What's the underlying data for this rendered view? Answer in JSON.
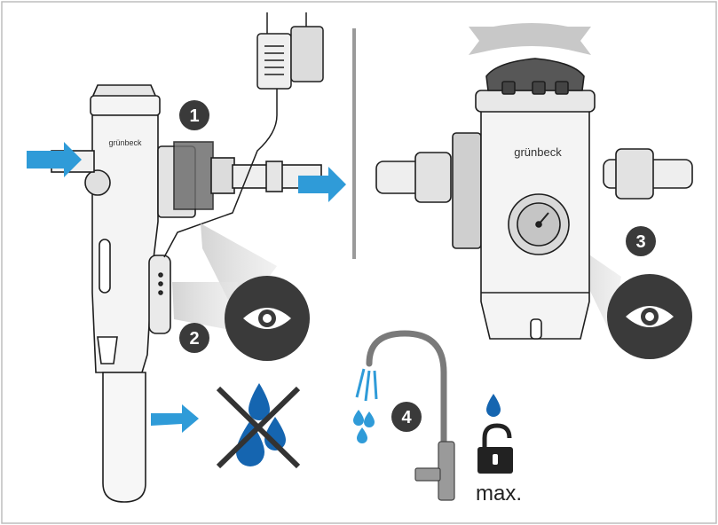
{
  "brand": {
    "name": "grünbeck"
  },
  "steps": [
    {
      "number": "1"
    },
    {
      "number": "2"
    },
    {
      "number": "3"
    },
    {
      "number": "4"
    }
  ],
  "faucet": {
    "max_label": "max."
  },
  "icons": {
    "eye": "eye-icon",
    "no_water": "no-water-icon",
    "unlock": "unlock-icon",
    "drop": "water-drop-icon",
    "flow_arrow": "flow-arrow-icon",
    "rotate": "rotate-arrow-icon"
  },
  "colors": {
    "flow_blue": "#2f9bd8",
    "drop_blue": "#1565b0",
    "badge_dark": "#3a3a3a",
    "outline": "#1e1e1e",
    "housing_grey": "#f2f2f2"
  }
}
